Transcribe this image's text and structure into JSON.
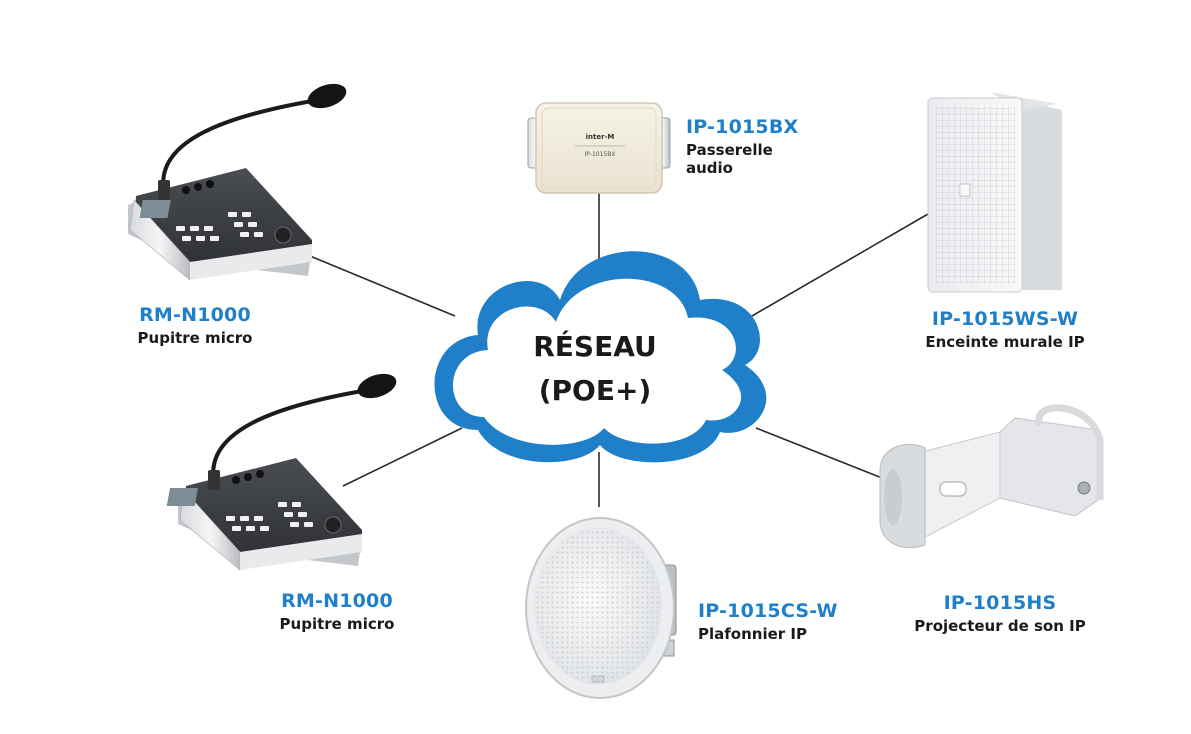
{
  "colors": {
    "accent": "#1f7fc8",
    "line": "#2a2a2a",
    "text": "#1a1a1a"
  },
  "network": {
    "line1": "RÉSEAU",
    "line2": "(POE+)"
  },
  "devices": {
    "gateway": {
      "model": "IP-1015BX",
      "desc_line1": "Passerelle",
      "desc_line2": "audio",
      "device_brand": "inter-M",
      "device_caption": "IP-1015BX"
    },
    "desk1": {
      "model": "RM-N1000",
      "desc": "Pupitre micro"
    },
    "desk2": {
      "model": "RM-N1000",
      "desc": "Pupitre micro"
    },
    "wallspeaker": {
      "model": "IP-1015WS-W",
      "desc": "Enceinte murale IP"
    },
    "ceiling": {
      "model": "IP-1015CS-W",
      "desc": "Plafonnier IP"
    },
    "horn": {
      "model": "IP-1015HS",
      "desc": "Projecteur de son IP"
    }
  }
}
